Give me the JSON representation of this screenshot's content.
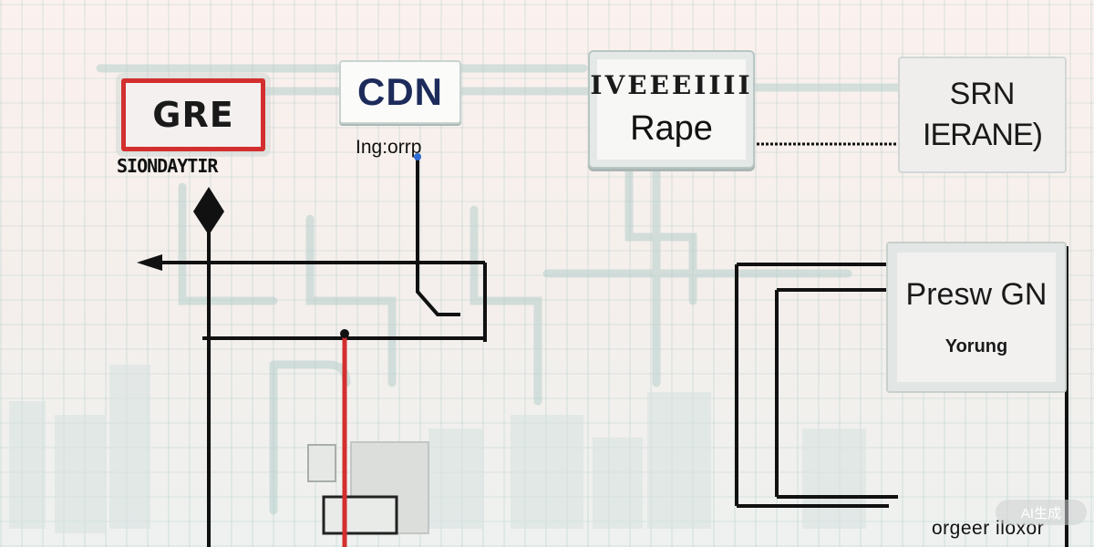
{
  "nodes": {
    "gre": {
      "title": "GRE",
      "caption": "SIONDAYTIR"
    },
    "cdn": {
      "title": "CDN",
      "caption": "Ing:orrp"
    },
    "rape": {
      "title": "IVEEEIIII",
      "subtitle": "Rape"
    },
    "srn": {
      "title": "SRN",
      "subtitle": "IERANE)"
    },
    "presign": {
      "title": "Presw GN",
      "subtitle": "Yorung"
    }
  },
  "bottom_caption": "orgeer iloxor",
  "watermark": "AI生成",
  "colors": {
    "wire": "#111111",
    "highlight_wire": "#d32f2f",
    "pipe": "#b7cfcc",
    "gre_border": "#d32f2f",
    "cdn_text": "#1c2b5a"
  }
}
